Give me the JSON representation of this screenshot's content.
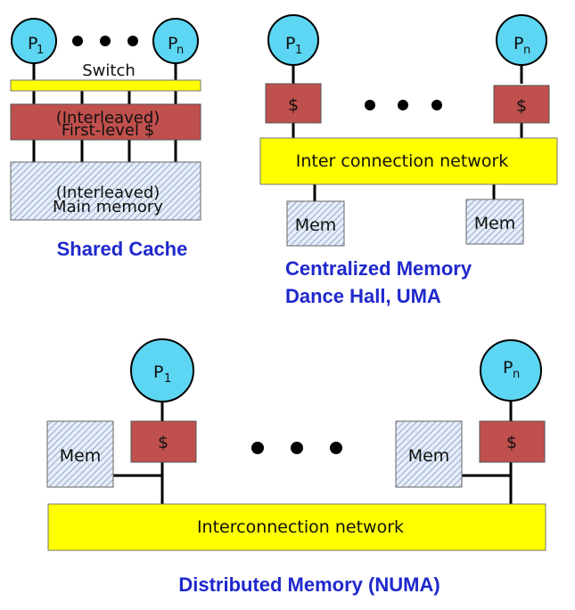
{
  "colors": {
    "processor": "#5cd6f2",
    "cache": "#c0504d",
    "network": "#ffff00",
    "memory_hatch": "#a8b8d8",
    "caption": "#1f28cc"
  },
  "shared_cache": {
    "p1": "P",
    "p1_sub": "1",
    "pn": "P",
    "pn_sub": "n",
    "switch": "Switch",
    "cache_line1": "(Interleaved)",
    "cache_line2": "First-level $",
    "mem_line1": "(Interleaved)",
    "mem_line2": "Main memory",
    "caption": "Shared Cache"
  },
  "centralized": {
    "p1": "P",
    "p1_sub": "1",
    "pn": "P",
    "pn_sub": "n",
    "cache_left": "$",
    "cache_right": "$",
    "network": "Inter connection network",
    "mem_left": "Mem",
    "mem_right": "Mem",
    "caption_line1": "Centralized Memory",
    "caption_line2": "Dance Hall, UMA"
  },
  "distributed": {
    "p1": "P",
    "p1_sub": "1",
    "pn": "P",
    "pn_sub": "n",
    "cache_left": "$",
    "cache_right": "$",
    "mem_left": "Mem",
    "mem_right": "Mem",
    "network": "Interconnection network",
    "caption": "Distributed Memory (NUMA)"
  }
}
